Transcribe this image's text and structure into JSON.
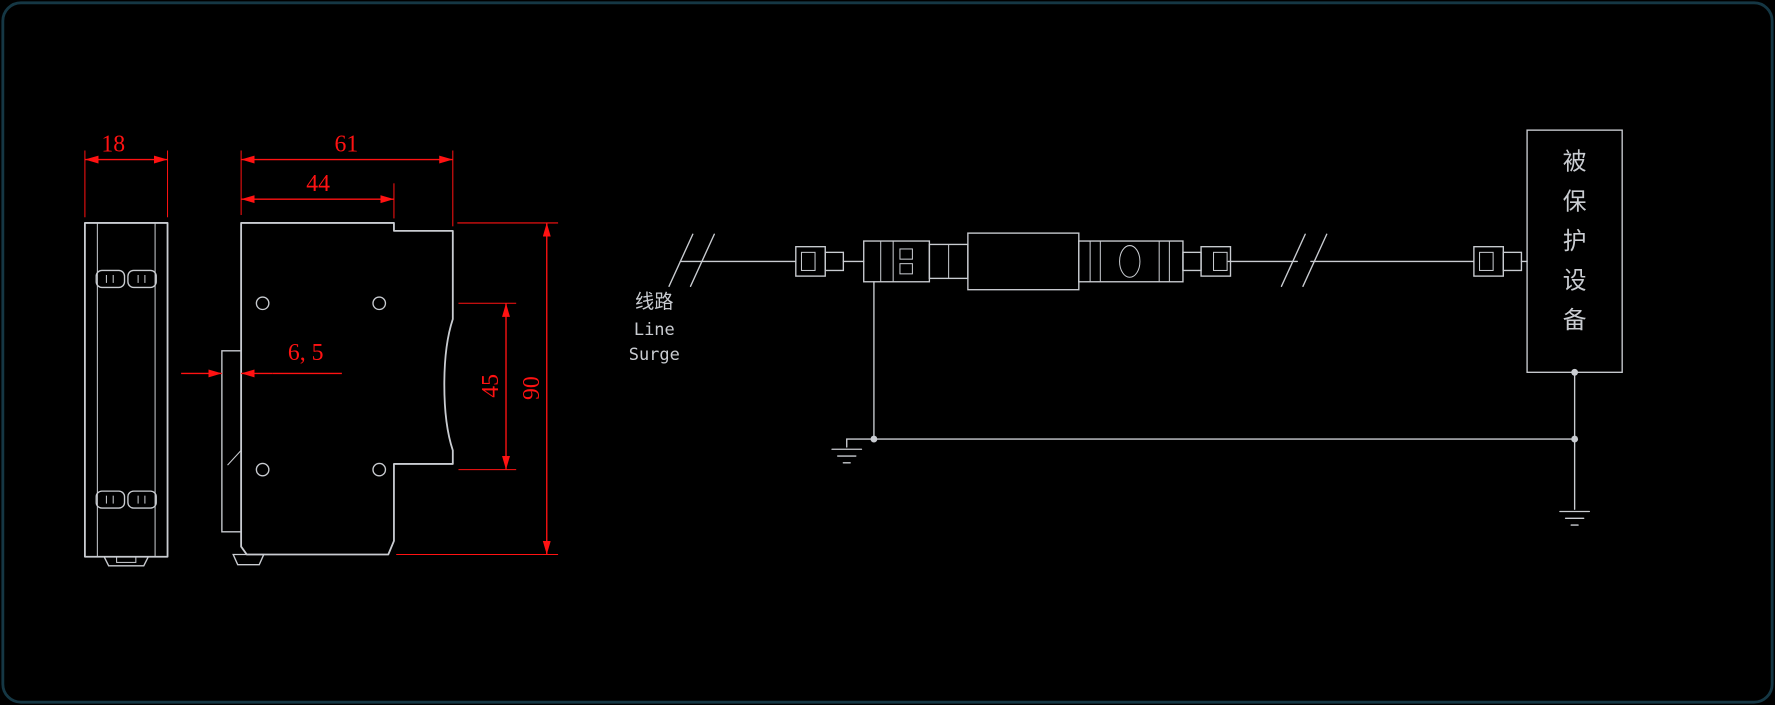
{
  "drawing": {
    "colors": {
      "background": "#000000",
      "line": "#c9ccd1",
      "dimension": "#ff1212",
      "border": "#153744"
    },
    "front_view": {
      "width_label": "18"
    },
    "side_view": {
      "overall_width_label": "61",
      "face_width_label": "44",
      "clip_depth_label": "6, 5",
      "hole_pitch_label": "45",
      "height_label": "90"
    },
    "schematic": {
      "line_label_cn": "线路",
      "line_label_en_1": "Line",
      "line_label_en_2": "Surge",
      "protected_device_chars": [
        "被",
        "保",
        "护",
        "设",
        "备"
      ]
    }
  }
}
